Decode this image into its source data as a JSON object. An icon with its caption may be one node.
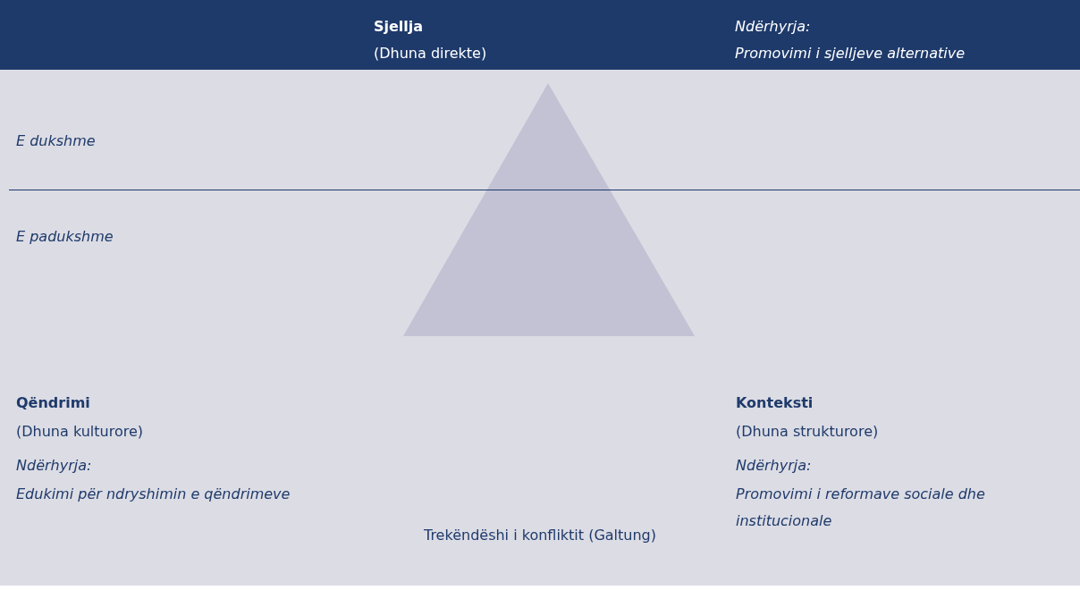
{
  "diagram": {
    "caption": "Trekëndëshi i konfliktit (Galtung)",
    "nodes": [
      {
        "text": [
          "Sjellja",
          "(Dhuna direkte)",
          "Ndërhyrja:",
          "Promovimi i sjelljeve alternative"
        ]
      }
    ],
    "labels": [
      "E dukshme",
      "E padukshme",
      "Qëndrimi",
      "(Dhuna kulturore)",
      "Ndërhyrja:",
      "Edukimi për ndryshimin e qëndrimeve",
      "Konteksti",
      "(Dhuna strukturore)",
      "Ndërhyrja:",
      "Promovimi i reformave sociale dhe institucionale"
    ]
  }
}
